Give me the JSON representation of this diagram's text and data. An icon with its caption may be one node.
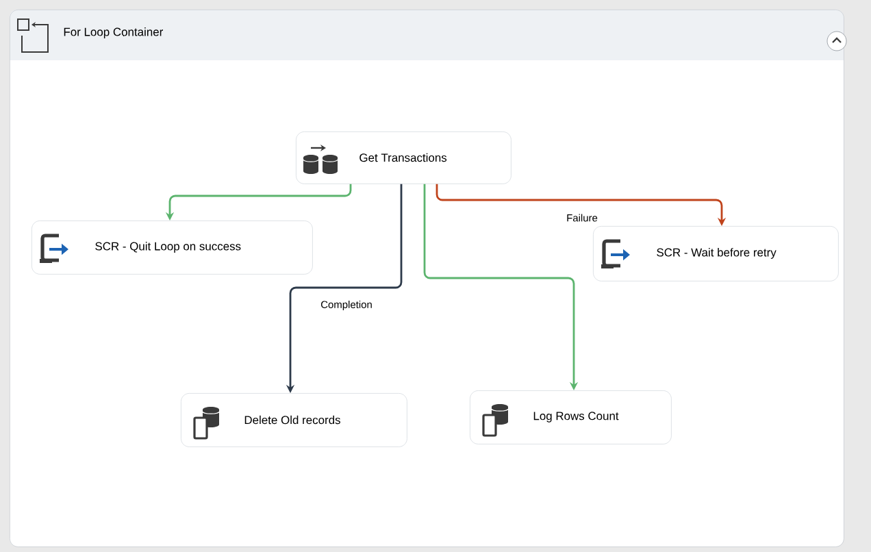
{
  "diagram": {
    "nodes": [
      {
        "text": [
          "For Loop Container"
        ]
      },
      {
        "text": [
          "Get Transactions"
        ],
        "in": 0
      },
      {
        "text": [
          "SCR - Quit Loop on success"
        ],
        "in": 0
      },
      {
        "text": [
          "SCR - Wait before retry"
        ],
        "in": 0
      },
      {
        "text": [
          "Delete Old records"
        ],
        "in": 0
      },
      {
        "text": [
          "Log Rows Count"
        ],
        "in": 0
      }
    ],
    "edges": [
      {
        "from": 1,
        "to": 2,
        "arrow": "to"
      },
      {
        "from": 1,
        "to": 3,
        "arrow": "to",
        "label": "Failure",
        "color": "#c0441c"
      },
      {
        "from": 1,
        "to": 4,
        "arrow": "to",
        "label": "Completion",
        "color": "#2d3a4a"
      },
      {
        "from": 1,
        "to": 5,
        "arrow": "to"
      }
    ]
  }
}
